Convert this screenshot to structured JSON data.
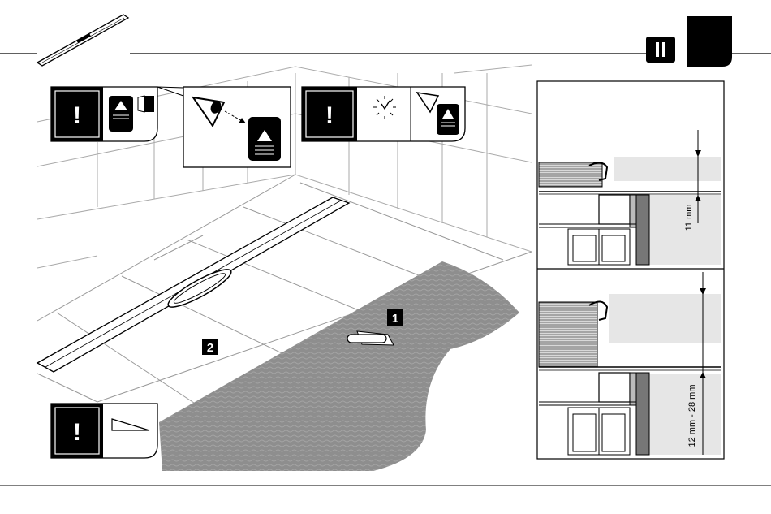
{
  "header": {
    "section_badge": "II"
  },
  "steps": {
    "step1": "1",
    "step2": "2"
  },
  "warnings": {
    "mark": "!"
  },
  "detail_top": {
    "dimension": "11 mm"
  },
  "detail_bottom": {
    "dimension": "12 mm - 28 mm"
  },
  "colors": {
    "ink": "#000000",
    "membrane": "#8c8c8c",
    "panel_fill": "#e6e6e6"
  }
}
